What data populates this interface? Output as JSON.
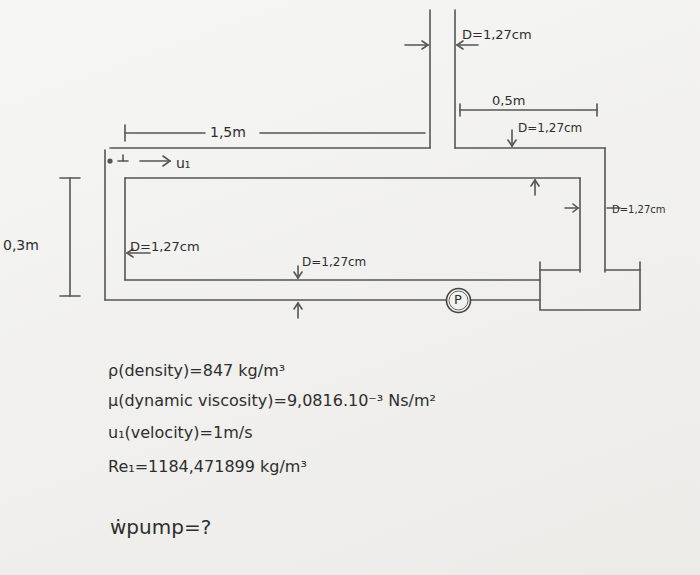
{
  "diagram": {
    "nodes": [
      {
        "text": [
          "P"
        ]
      }
    ],
    "labels": [
      "D=1,27cm",
      "0,5m",
      "D=1,27cm",
      "1,5m",
      "u₁",
      "D=1,27cm",
      "0,3m",
      "D=1,27cm",
      "D=1,27cm",
      "ρ(density)=847 kg/m³",
      "μ(dynamic viscosity)=9,0816.10⁻³ Ns/m²",
      "u₁(velocity)=1m/s",
      "Re₁=1184,471899 kg/m³",
      "ẇpump=?"
    ]
  }
}
